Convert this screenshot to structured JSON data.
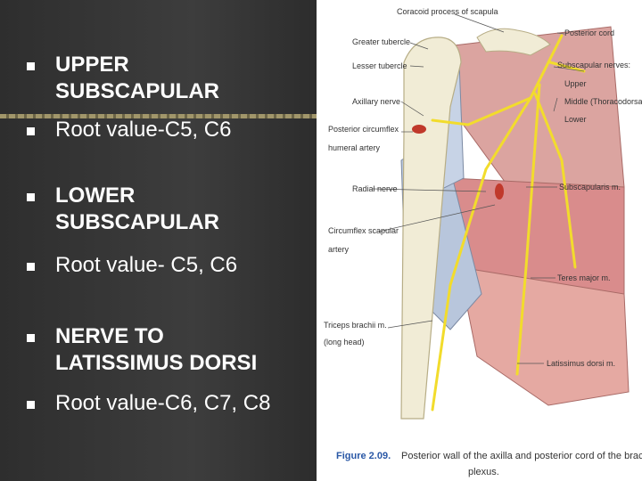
{
  "bullets": [
    {
      "marker": "n",
      "text": "UPPER SUBSCAPULAR",
      "line1": "UPPER",
      "line2": "SUBSCAPULAR",
      "bold": true
    },
    {
      "marker": "n",
      "text": "Root value-C5, C6",
      "bold": false
    },
    {
      "marker": "n",
      "text": "LOWER SUBSCAPULAR",
      "line1": "LOWER",
      "line2": "SUBSCAPULAR",
      "bold": true
    },
    {
      "marker": "n",
      "text": "Root value- C5, C6",
      "bold": false
    },
    {
      "marker": "n",
      "text": "NERVE TO LATISSIMUS DORSI",
      "line1": "NERVE TO",
      "line2": "LATISSIMUS DORSI",
      "bold": true
    },
    {
      "marker": "n",
      "text": "Root value-C6, C7, C8",
      "bold": false
    }
  ],
  "figure": {
    "labels": {
      "coracoid": "Coracoid process of scapula",
      "greater_tubercle": "Greater tubercle",
      "lesser_tubercle": "Lesser tubercle",
      "axillary_nerve": "Axillary nerve",
      "posterior_circumflex_1": "Posterior circumflex",
      "posterior_circumflex_2": "humeral artery",
      "radial_nerve": "Radial nerve",
      "circumflex_scapular_1": "Circumflex scapular",
      "circumflex_scapular_2": "artery",
      "triceps_1": "Triceps brachii m.",
      "triceps_2": "(long head)",
      "posterior_cord": "Posterior cord",
      "subscapular_nerves": "Subscapular nerves:",
      "upper": "Upper",
      "middle": "Middle (Thoracodorsal)",
      "lower": "Lower",
      "subscapularis": "Subscapularis m.",
      "teres_major": "Teres major m.",
      "latissimus_dorsi": "Latissimus dorsi m."
    },
    "caption_number": "Figure 2.09.",
    "caption_line1": "Posterior wall of the axilla and posterior cord of the brachial",
    "caption_line2": "plexus."
  },
  "colors": {
    "nerve": "#f2dc2c",
    "muscle": "#d98c8c",
    "bone": "#f1ecd6",
    "artery": "#c0392b",
    "caption_blue": "#2a58a6"
  }
}
